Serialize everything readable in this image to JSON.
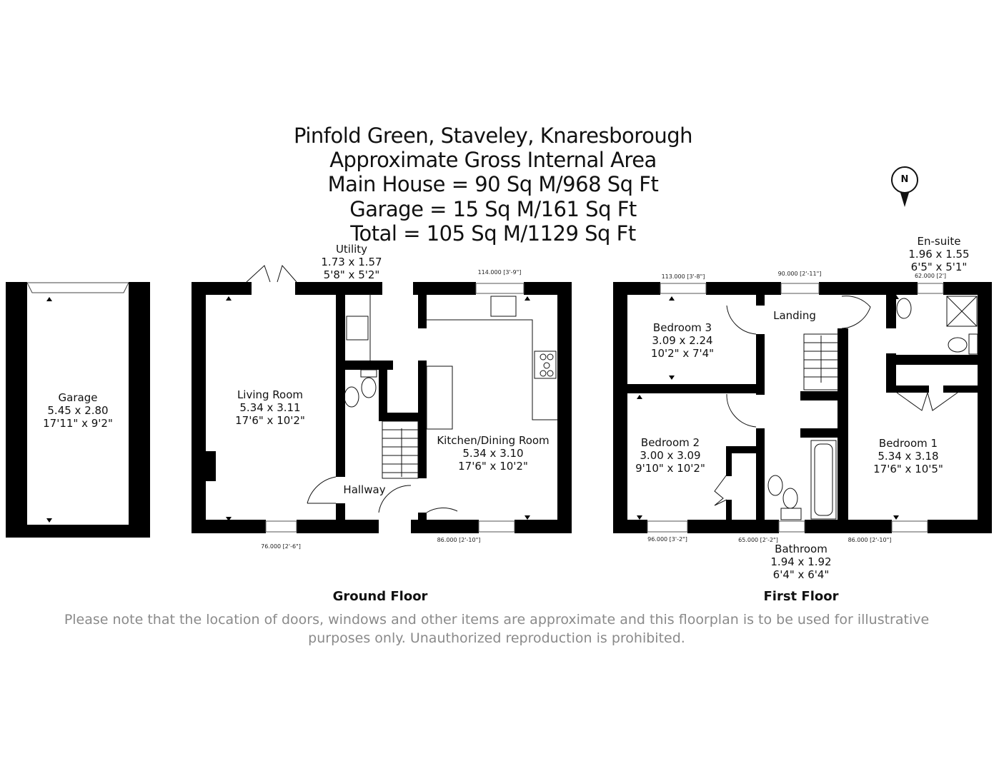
{
  "header": {
    "lines": [
      "Pinfold Green, Staveley, Knaresborough",
      "Approximate Gross Internal Area",
      "Main House = 90 Sq M/968 Sq Ft",
      "Garage = 15 Sq M/161 Sq Ft",
      "Total = 105 Sq M/1129 Sq Ft"
    ]
  },
  "compass": {
    "icon": "north-arrow-icon",
    "label": "N"
  },
  "rooms": {
    "garage": {
      "name": "Garage",
      "metric": "5.45 x 2.80",
      "imperial": "17'11\" x 9'2\""
    },
    "living": {
      "name": "Living Room",
      "metric": "5.34 x 3.11",
      "imperial": "17'6\" x 10'2\""
    },
    "utility": {
      "name": "Utility",
      "metric": "1.73 x 1.57",
      "imperial": "5'8\" x 5'2\""
    },
    "kitchen": {
      "name": "Kitchen/Dining Room",
      "metric": "5.34 x 3.10",
      "imperial": "17'6\" x 10'2\""
    },
    "hallway": {
      "name": "Hallway"
    },
    "bedroom3": {
      "name": "Bedroom 3",
      "metric": "3.09 x 2.24",
      "imperial": "10'2\" x 7'4\""
    },
    "landing": {
      "name": "Landing"
    },
    "ensuite": {
      "name": "En-suite",
      "metric": "1.96 x 1.55",
      "imperial": "6'5\" x 5'1\""
    },
    "bedroom2": {
      "name": "Bedroom 2",
      "metric": "3.00 x 3.09",
      "imperial": "9'10\" x 10'2\""
    },
    "bedroom1": {
      "name": "Bedroom 1",
      "metric": "5.34 x 3.18",
      "imperial": "17'6\" x 10'5\""
    },
    "bathroom": {
      "name": "Bathroom",
      "metric": "1.94 x 1.92",
      "imperial": "6'4\" x 6'4\""
    }
  },
  "window_dims": {
    "living_bottom": "76.000 [2'-6\"]",
    "kitchen_top": "114.000 [3'-9\"]",
    "kitchen_bottom": "86.000 [2'-10\"]",
    "bed3_top": "113.000 [3'-8\"]",
    "landing_top": "90.000 [2'-11\"]",
    "ensuite_top": "62.000 [2']",
    "bed2_bottom": "96.000 [3'-2\"]",
    "bath_bottom": "65.000 [2'-2\"]",
    "bed1_bottom": "86.000 [2'-10\"]"
  },
  "floors": {
    "ground": "Ground Floor",
    "first": "First Floor"
  },
  "disclaimer": {
    "line1": "Please note that the location of doors, windows and other items are approximate and this floorplan is to be used for illustrative",
    "line2": "purposes only. Unauthorized reproduction is prohibited."
  },
  "colors": {
    "wall": "#000000",
    "note": "#8a8a8a",
    "background": "#ffffff"
  }
}
